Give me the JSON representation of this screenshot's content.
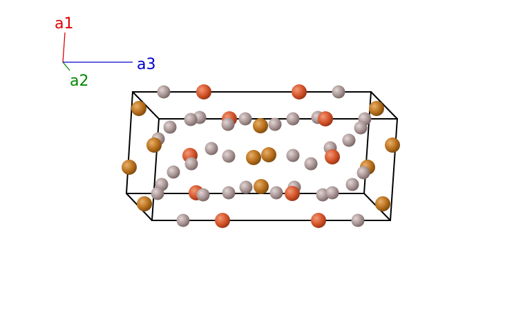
{
  "axes": {
    "a1": {
      "label": "a1",
      "color": "#dd0000"
    },
    "a2": {
      "label": "a2",
      "color": "#008800"
    },
    "a3": {
      "label": "a3",
      "color": "#0000cc"
    }
  },
  "cell": {
    "edge_color": "#000000"
  },
  "atom_colors": {
    "gray": "#a89594",
    "orange_red": "#d4542a",
    "bronze": "#b8701c"
  }
}
